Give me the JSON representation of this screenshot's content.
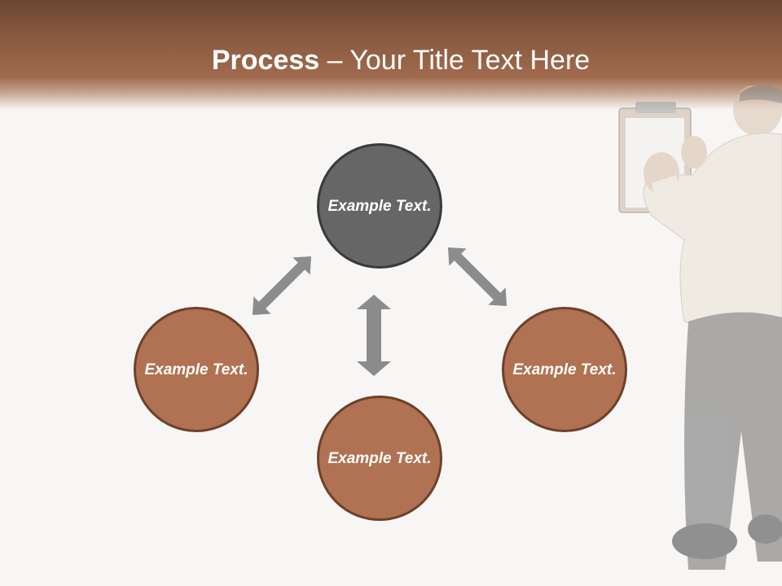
{
  "slide": {
    "title_bold": "Process",
    "title_rest": " – Your Title Text Here"
  },
  "diagram": {
    "nodes": [
      {
        "id": "center",
        "text": "Example Text."
      },
      {
        "id": "left",
        "text": "Example Text."
      },
      {
        "id": "bottom",
        "text": "Example Text."
      },
      {
        "id": "right",
        "text": "Example Text."
      }
    ]
  },
  "colors": {
    "header": "#8a5a40",
    "node_fill": "#b07252",
    "node_border": "#6e412b",
    "center_fill": "#666666",
    "arrow": "#8c8c8c"
  }
}
